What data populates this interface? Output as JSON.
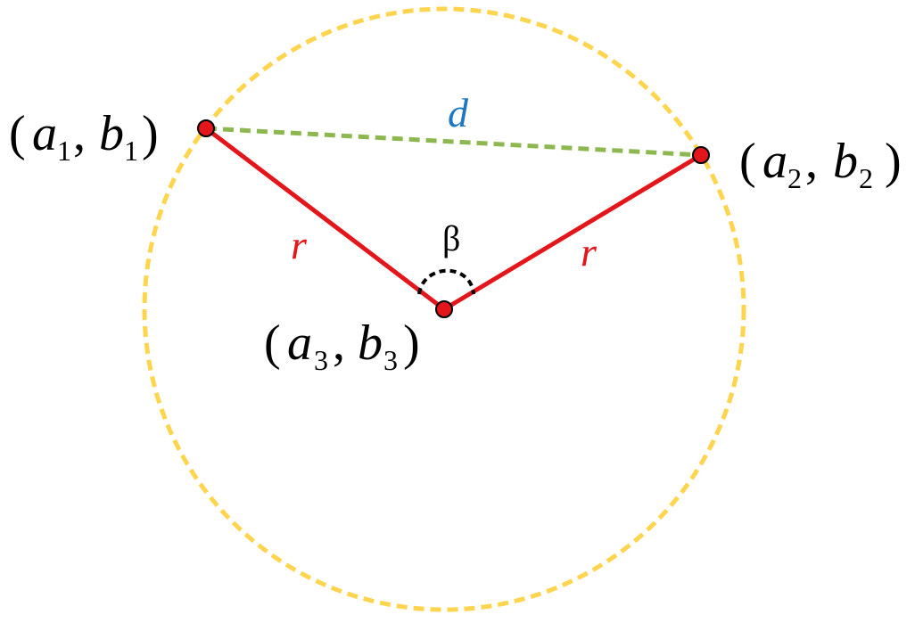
{
  "diagram": {
    "points": {
      "p1": {
        "label": {
          "var1": "a",
          "sub1": "1",
          "var2": "b",
          "sub2": "1"
        }
      },
      "p2": {
        "label": {
          "var1": "a",
          "sub1": "2",
          "var2": "b",
          "sub2": "2"
        }
      },
      "p3": {
        "label": {
          "var1": "a",
          "sub1": "3",
          "var2": "b",
          "sub2": "3"
        }
      }
    },
    "labels": {
      "chord": "d",
      "radius_left": "r",
      "radius_right": "r",
      "angle": "β"
    },
    "punctuation": {
      "open": "(",
      "comma": ",",
      "close": ")"
    },
    "colors": {
      "circle": "#FFD54F",
      "radius": "#E3171B",
      "chord": "#8DB850",
      "chord_label": "#1F77C1",
      "point_fill": "#E3171B",
      "text": "#000000",
      "angle_arc": "#000000"
    }
  }
}
